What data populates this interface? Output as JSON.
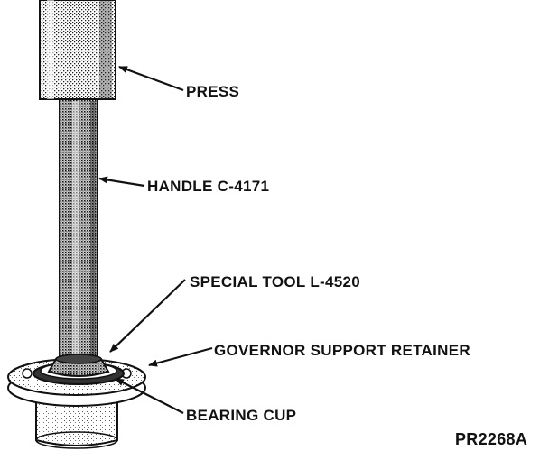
{
  "labels": {
    "press": "PRESS",
    "handle": "HANDLE C-4171",
    "special_tool": "SPECIAL TOOL L-4520",
    "governor_support_retainer": "GOVERNOR SUPPORT RETAINER",
    "bearing_cup": "BEARING CUP"
  },
  "figure_id": "PR2268A",
  "colors": {
    "ink": "#111111",
    "background": "#ffffff"
  }
}
